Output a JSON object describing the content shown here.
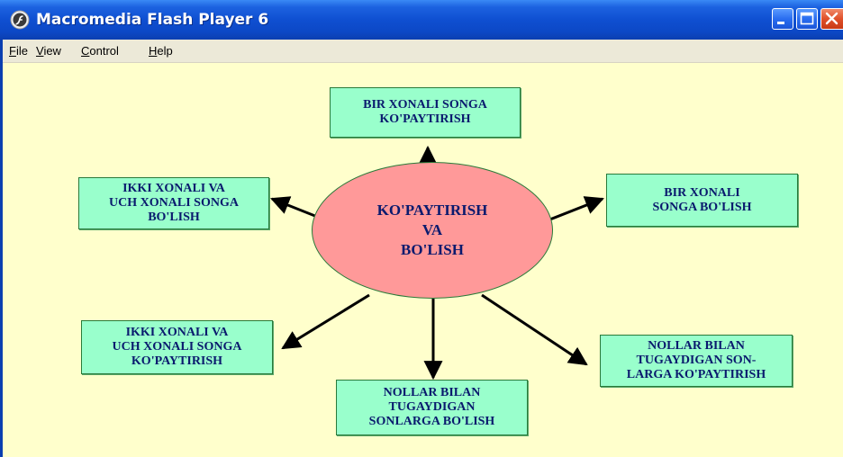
{
  "window": {
    "title": "Macromedia Flash Player 6",
    "app_icon": "flash-player-icon",
    "titlebar_color": "#0f4fd1",
    "controls": [
      "minimize-icon",
      "maximize-icon",
      "close-icon"
    ]
  },
  "menu": {
    "items": [
      {
        "mnemonic": "F",
        "rest": "ile"
      },
      {
        "mnemonic": "V",
        "rest": "iew"
      },
      {
        "mnemonic": "C",
        "rest": "ontrol"
      },
      {
        "mnemonic": "H",
        "rest": "elp"
      }
    ]
  },
  "stage": {
    "background": "#ffffcc",
    "center": {
      "lines": [
        "KO'PAYTIRISH",
        "VA",
        "BO'LISH"
      ],
      "fill": "#ff9999"
    },
    "box_fill": "#99ffcc",
    "text_color": "#0a1a6e",
    "boxes": {
      "top": [
        "BIR XONALI SONGA",
        "KO'PAYTIRISH"
      ],
      "right_upper": [
        "BIR XONALI",
        "SONGA BO'LISH"
      ],
      "left_upper": [
        "IKKI XONALI VA",
        "UCH XONALI SONGA",
        "BO'LISH"
      ],
      "left_lower": [
        "IKKI XONALI VA",
        "UCH XONALI SONGA",
        "KO'PAYTIRISH"
      ],
      "bottom": [
        "NOLLAR BILAN",
        "TUGAYDIGAN",
        "SONLARGA BO'LISH"
      ],
      "right_lower": [
        "NOLLAR BILAN",
        "TUGAYDIGAN SON-",
        "LARGA KO'PAYTIRISH"
      ]
    }
  }
}
